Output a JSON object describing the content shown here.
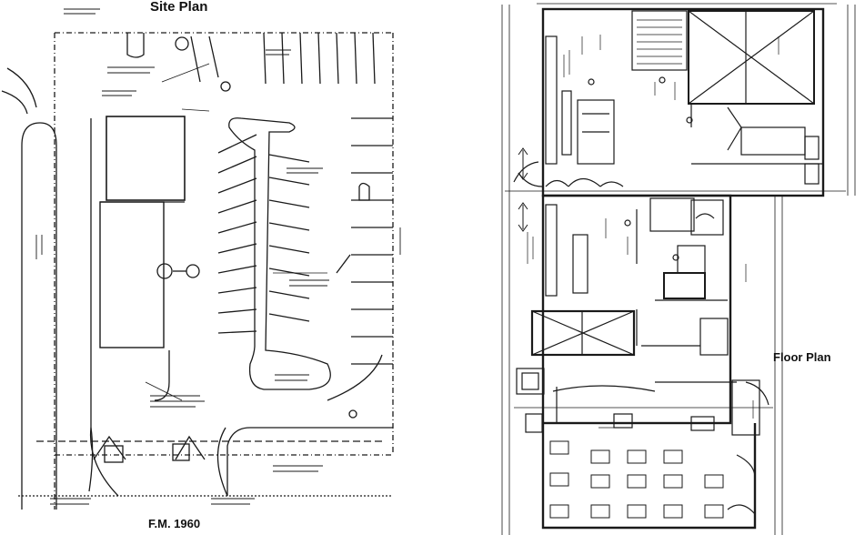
{
  "site_plan": {
    "title": "Site Plan",
    "road_label": "F.M. 1960"
  },
  "floor_plan": {
    "title": "Floor Plan"
  }
}
